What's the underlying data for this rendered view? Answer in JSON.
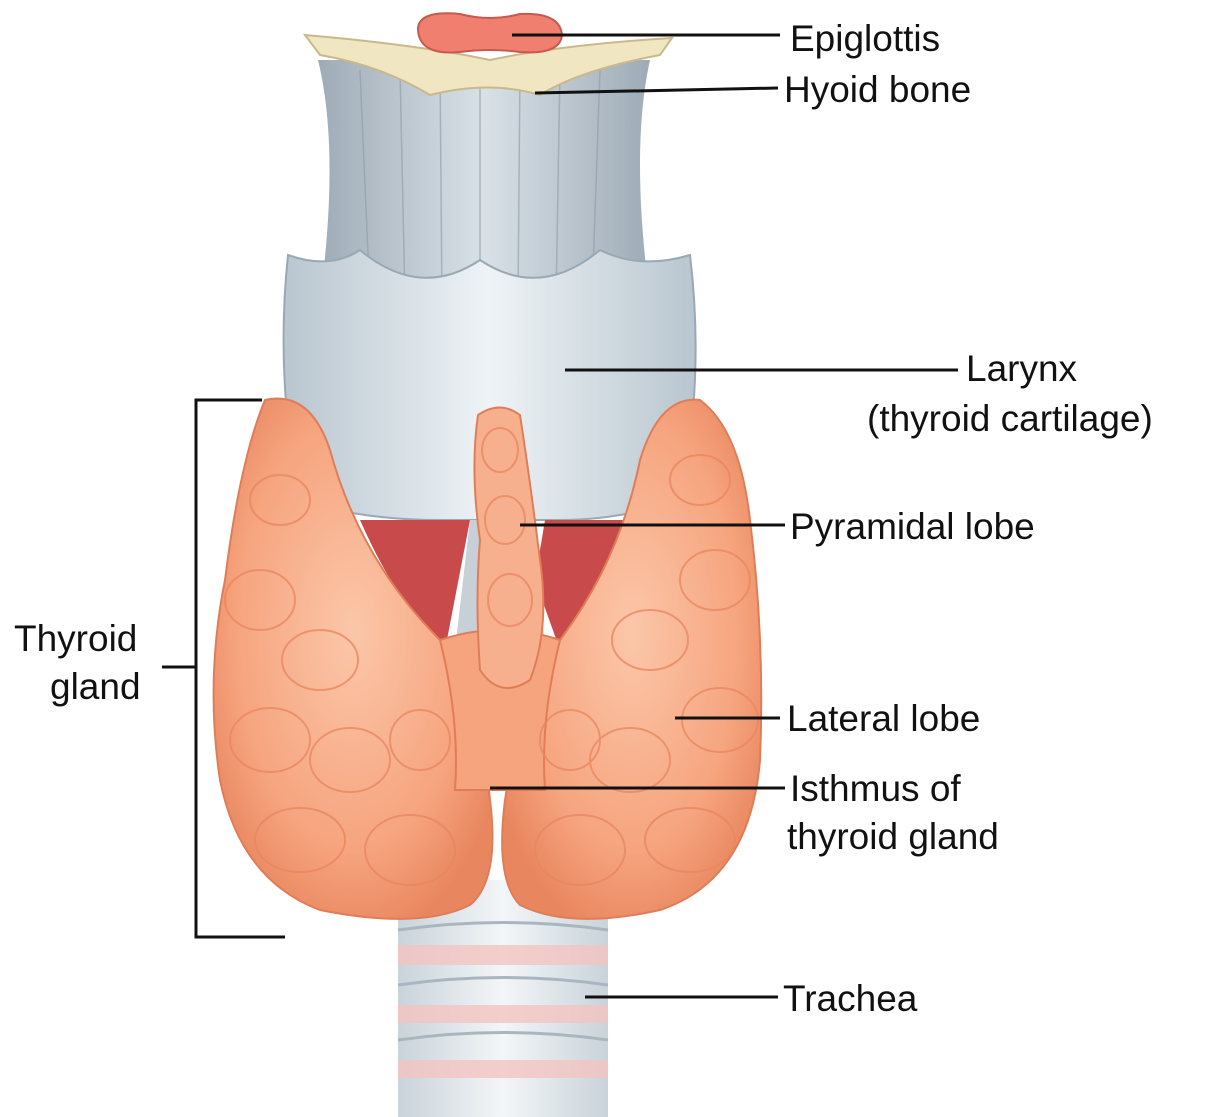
{
  "labels": {
    "epiglottis": "Epiglottis",
    "hyoid_bone": "Hyoid bone",
    "larynx": "Larynx",
    "larynx_sub": "(thyroid cartilage)",
    "pyramidal_lobe": "Pyramidal lobe",
    "thyroid_gland_line1": "Thyroid",
    "thyroid_gland_line2": "gland",
    "lateral_lobe": "Lateral lobe",
    "isthmus_line1": "Isthmus of",
    "isthmus_line2": "thyroid gland",
    "trachea": "Trachea"
  },
  "colors": {
    "gland": "#f6a47e",
    "gland_shadow": "#e8865f",
    "cartilage": "#dde6ec",
    "muscle": "#c84a4a",
    "epiglottis": "#f07f70",
    "hyoid": "#f1e6c2",
    "leader": "#111111"
  }
}
